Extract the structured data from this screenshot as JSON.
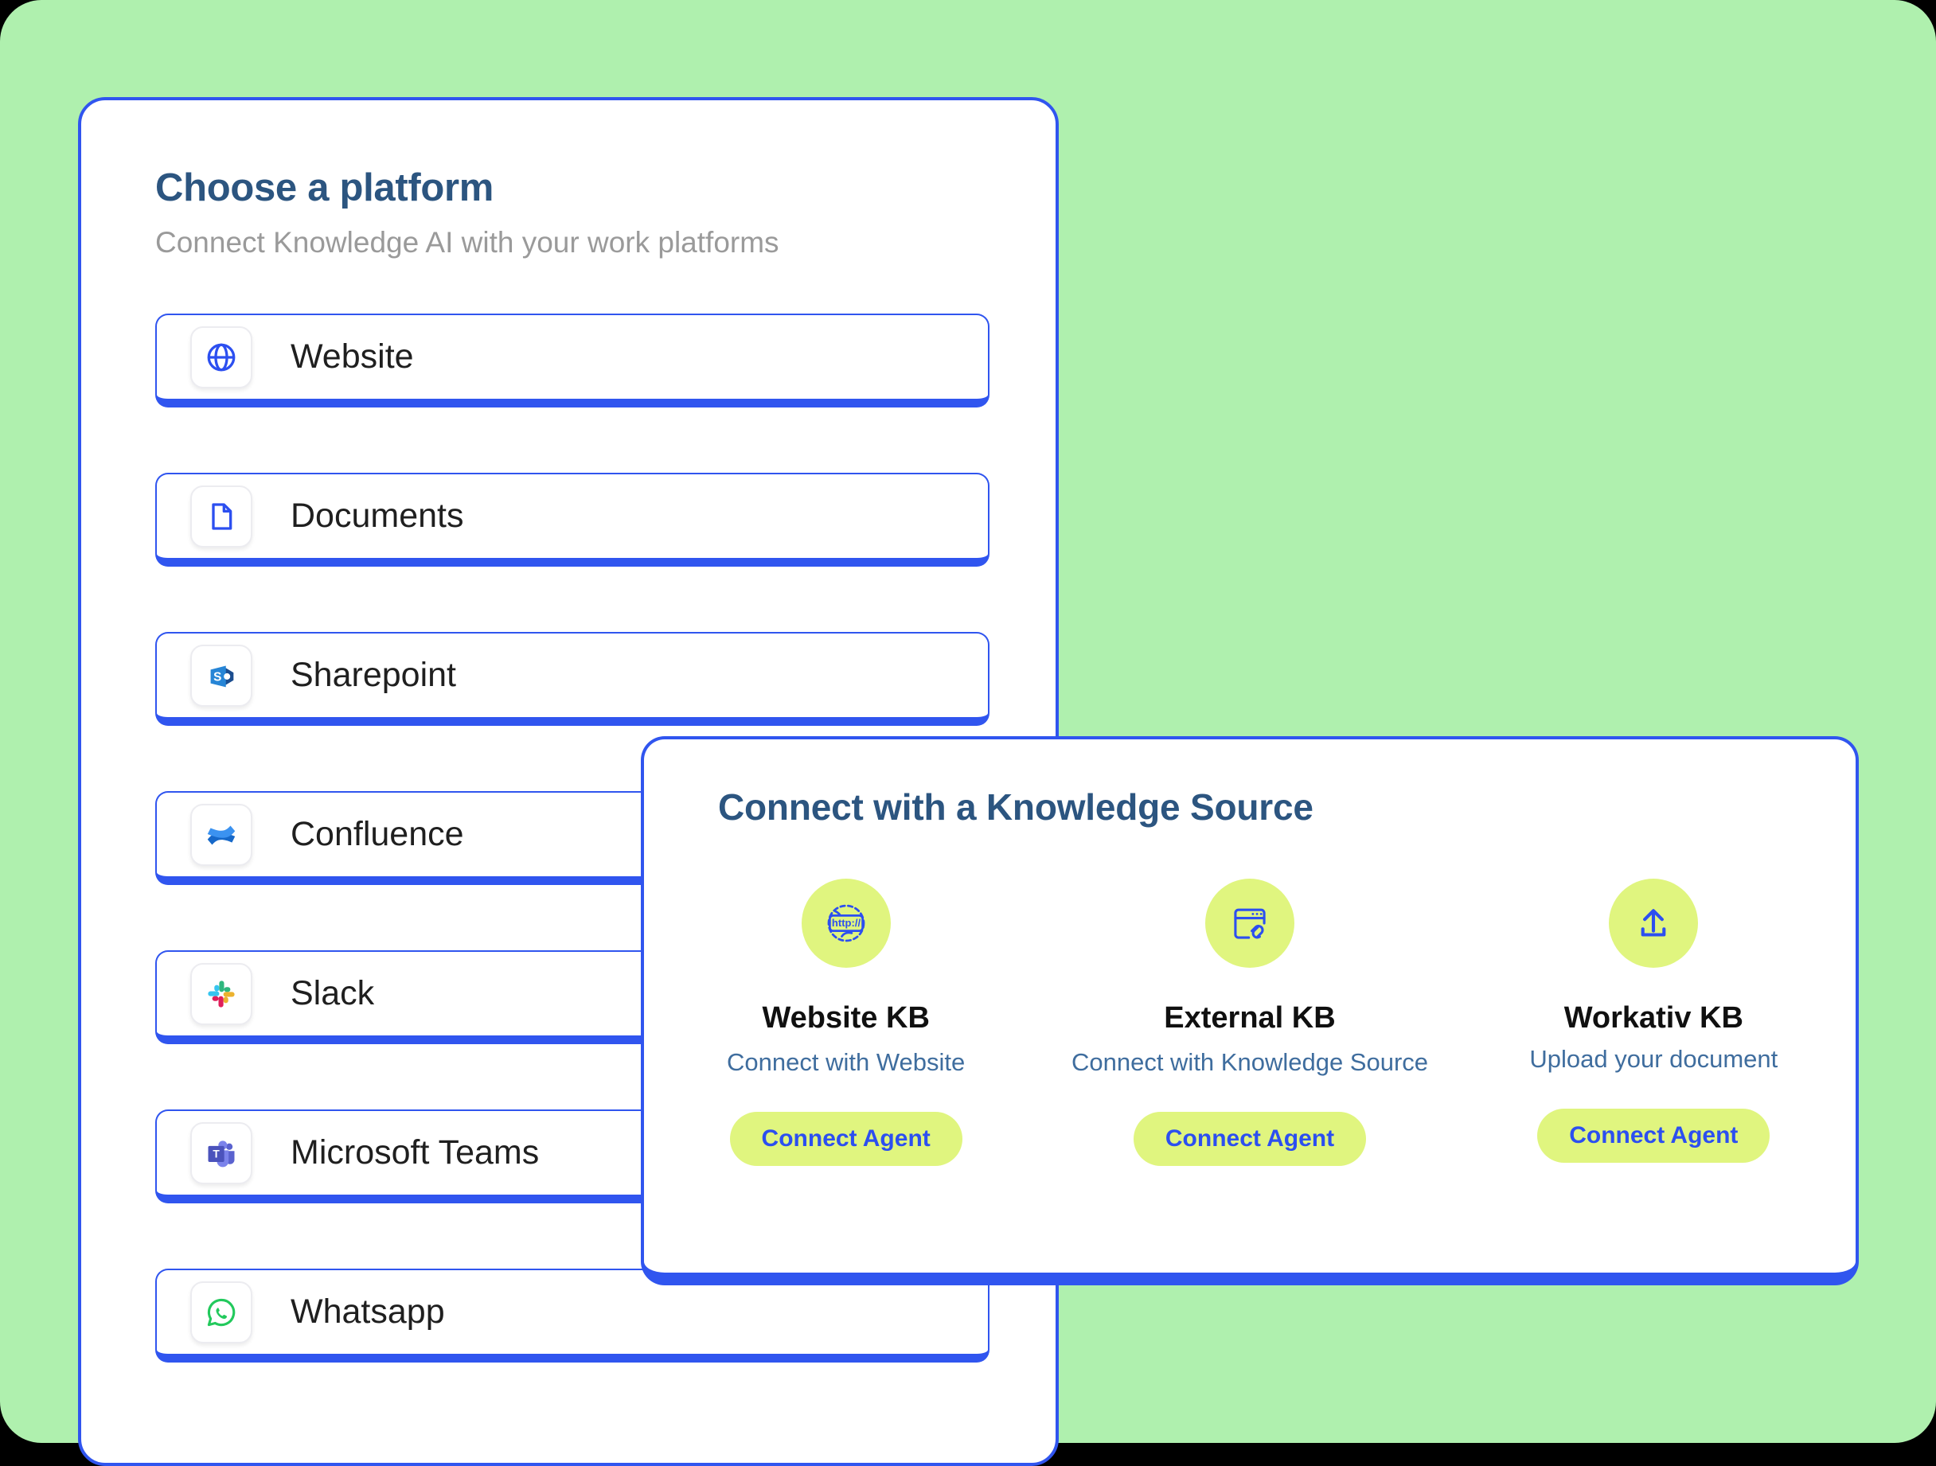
{
  "theme": {
    "backdrop_color": "#aff0ae",
    "accent_blue": "#3055ef",
    "title_blue": "#2c5580",
    "lime": "#e0f57f",
    "button_text_blue": "#2c4ff0"
  },
  "platform_panel": {
    "title": "Choose a platform",
    "subtitle": "Connect Knowledge AI with your work platforms",
    "items": [
      {
        "label": "Website",
        "icon": "globe-icon"
      },
      {
        "label": "Documents",
        "icon": "document-icon"
      },
      {
        "label": "Sharepoint",
        "icon": "sharepoint-icon"
      },
      {
        "label": "Confluence",
        "icon": "confluence-icon"
      },
      {
        "label": "Slack",
        "icon": "slack-icon"
      },
      {
        "label": "Microsoft Teams",
        "icon": "microsoft-teams-icon"
      },
      {
        "label": "Whatsapp",
        "icon": "whatsapp-icon"
      }
    ]
  },
  "knowledge_panel": {
    "title": "Connect with a Knowledge Source",
    "cards": [
      {
        "title": "Website KB",
        "subtitle": "Connect with Website",
        "button_label": "Connect Agent",
        "icon": "http-globe-icon"
      },
      {
        "title": "External KB",
        "subtitle": "Connect with Knowledge Source",
        "button_label": "Connect Agent",
        "icon": "browser-link-icon"
      },
      {
        "title": "Workativ KB",
        "subtitle": "Upload your document",
        "button_label": "Connect Agent",
        "icon": "upload-icon"
      }
    ]
  }
}
